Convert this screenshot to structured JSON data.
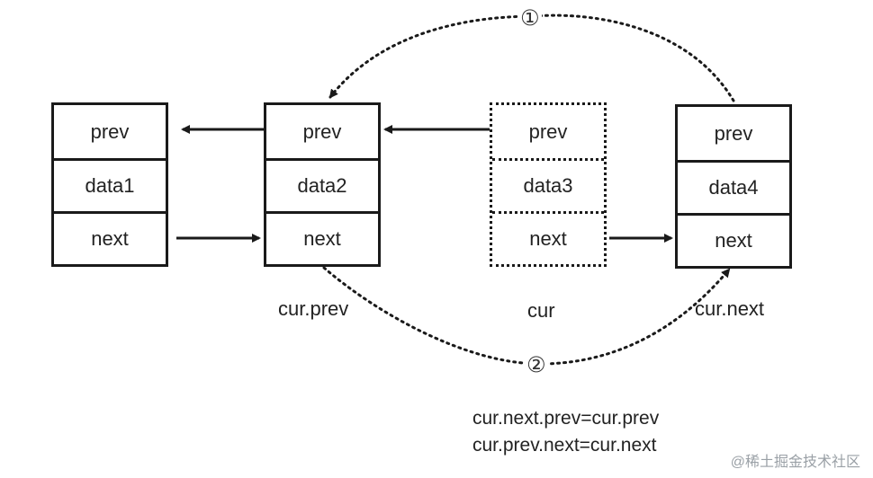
{
  "nodes": [
    {
      "prev": "prev",
      "data": "data1",
      "next": "next"
    },
    {
      "prev": "prev",
      "data": "data2",
      "next": "next"
    },
    {
      "prev": "prev",
      "data": "data3",
      "next": "next"
    },
    {
      "prev": "prev",
      "data": "data4",
      "next": "next"
    }
  ],
  "labels": {
    "cur_prev": "cur.prev",
    "cur": "cur",
    "cur_next": "cur.next"
  },
  "markers": {
    "step1": "①",
    "step2": "②"
  },
  "formulas": [
    "cur.next.prev=cur.prev",
    "cur.prev.next=cur.next"
  ],
  "watermark": "@稀土掘金技术社区",
  "colors": {
    "stroke": "#1a1a1a",
    "text": "#222222",
    "watermark": "#9aa0a6"
  }
}
